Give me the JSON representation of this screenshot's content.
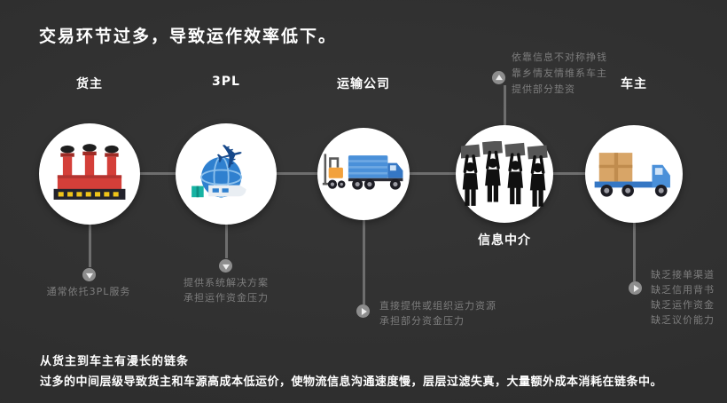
{
  "title": "交易环节过多，导致运作效率低下。",
  "nodes": {
    "cargo_owner": {
      "label": "货主"
    },
    "tpl": {
      "label": "3PL"
    },
    "carrier": {
      "label": "运输公司"
    },
    "broker": {
      "label": "信息中介"
    },
    "driver": {
      "label": "车主"
    }
  },
  "notes": {
    "cargo_owner": {
      "lines": [
        "通常依托3PL服务"
      ]
    },
    "tpl": {
      "lines": [
        "提供系统解决方案",
        "承担运作资金压力"
      ]
    },
    "carrier": {
      "lines": [
        "直接提供或组织运力资源",
        "承担部分资金压力"
      ]
    },
    "broker": {
      "lines": [
        "依靠信息不对称挣钱",
        "靠乡情友情维系车主",
        "提供部分垫资"
      ]
    },
    "driver": {
      "lines": [
        "缺乏接单渠道",
        "缺乏信用背书",
        "缺乏运作资金",
        "缺乏议价能力"
      ]
    }
  },
  "footer": {
    "line1": "从货主到车主有漫长的链条",
    "line2": "过多的中间层级导致货主和车源高成本低运价，使物流信息沟通速度慢，层层过滤失真，大量额外成本消耗在链条中。"
  },
  "colors": {
    "background": "#2e2e2e",
    "circle": "#ffffff",
    "connector": "#6e6e6e",
    "note_text": "#7d7d7d",
    "title_text": "#ffffff",
    "factory_red": "#d43f39",
    "logistics_blue": "#2f80cf"
  }
}
